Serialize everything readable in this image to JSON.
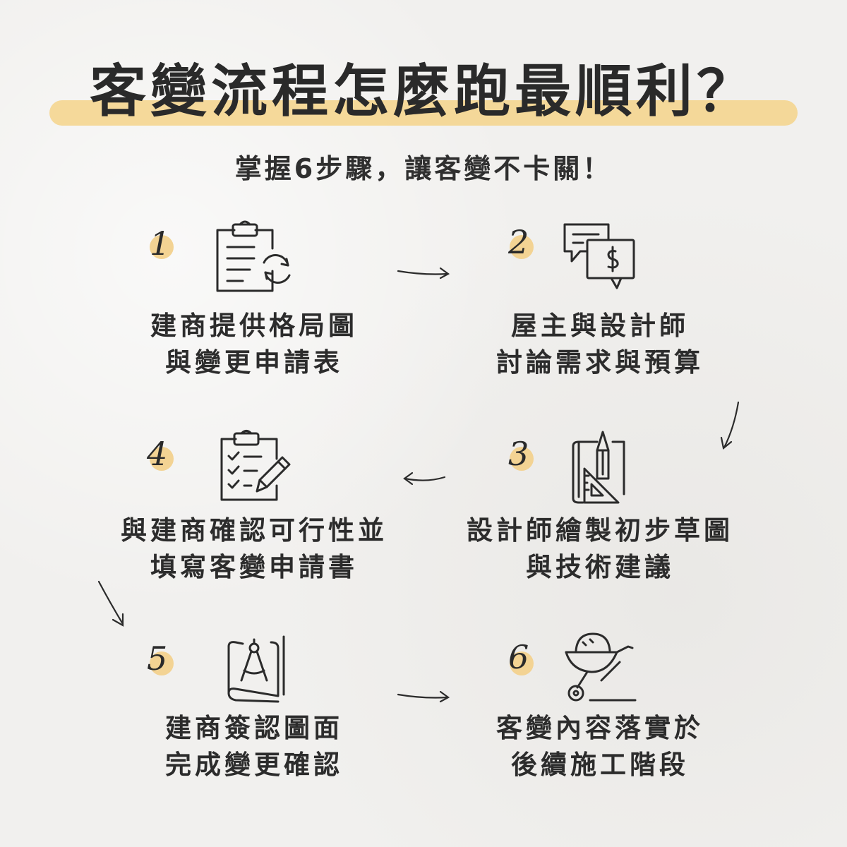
{
  "title": "客變流程怎麼跑最順利？",
  "subtitle": "掌握6步驟，讓客變不卡關！",
  "accent_color": "#f3d393",
  "steps": [
    {
      "number": "1",
      "line1": "建商提供格局圖",
      "line2": "與變更申請表",
      "icon": "clipboard-refresh-icon"
    },
    {
      "number": "2",
      "line1": "屋主與設計師",
      "line2": "討論需求與預算",
      "icon": "chat-dollar-icon"
    },
    {
      "number": "3",
      "line1": "設計師繪製初步草圖",
      "line2": "與技術建議",
      "icon": "drafting-tools-icon"
    },
    {
      "number": "4",
      "line1": "與建商確認可行性並",
      "line2": "填寫客變申請書",
      "icon": "checklist-pencil-icon"
    },
    {
      "number": "5",
      "line1": "建商簽認圖面",
      "line2": "完成變更確認",
      "icon": "blueprint-compass-icon"
    },
    {
      "number": "6",
      "line1": "客變內容落實於",
      "line2": "後續施工階段",
      "icon": "wheelbarrow-icon"
    }
  ]
}
